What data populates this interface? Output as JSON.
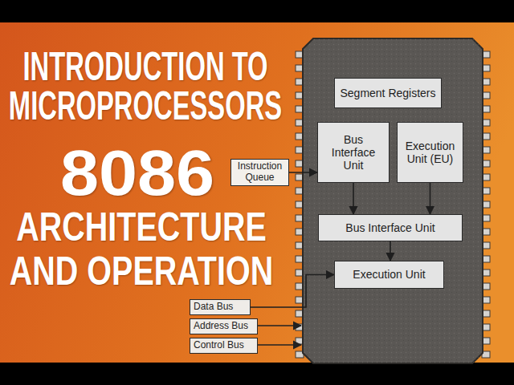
{
  "diagram": {
    "title": "INTRODUCTION TO MICROPROCESSORS",
    "nodes": [
      {
        "text": [
          "Segment Registers"
        ]
      },
      {
        "text": [
          "Instruction Queue"
        ]
      },
      {
        "text": [
          "Bus Interface Unit"
        ]
      },
      {
        "text": [
          "Execution Unit (EU)"
        ]
      },
      {
        "text": [
          "Bus Interface Unit"
        ]
      },
      {
        "text": [
          "Execution Unit"
        ]
      },
      {
        "text": [
          "Data Bus"
        ]
      },
      {
        "text": [
          "Address Bus"
        ]
      },
      {
        "text": [
          "Control Bus"
        ]
      }
    ],
    "edges": [
      {
        "from": 1,
        "to": 2,
        "arrow": "to"
      },
      {
        "from": 2,
        "to": 4,
        "arrow": "to"
      },
      {
        "from": 3,
        "to": 4,
        "arrow": "to"
      },
      {
        "from": 4,
        "to": 5,
        "arrow": "to"
      },
      {
        "from": 6,
        "to": 5,
        "arrow": "to"
      }
    ],
    "labels": [
      "8086",
      "ARCHITECTURE AND OPERATION"
    ]
  }
}
